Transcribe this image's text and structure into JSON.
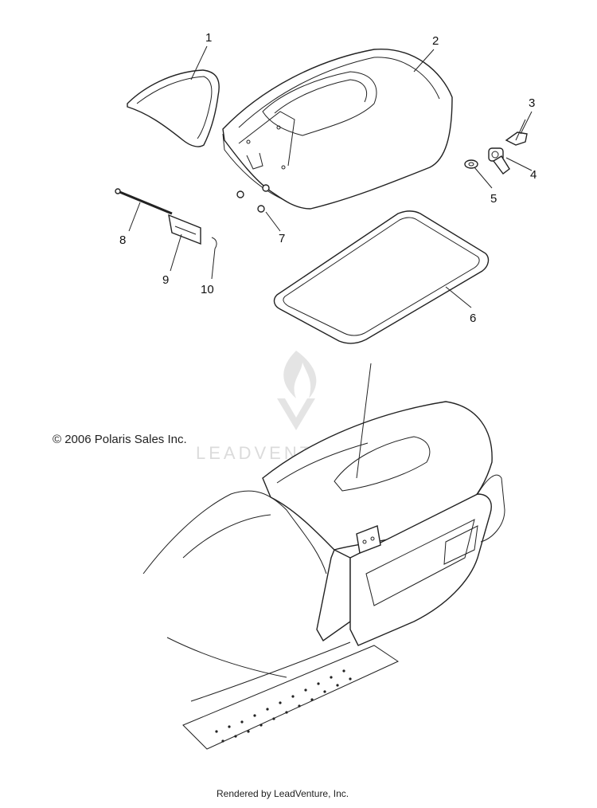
{
  "callouts": [
    {
      "id": "1",
      "label": "1"
    },
    {
      "id": "2",
      "label": "2"
    },
    {
      "id": "3",
      "label": "3"
    },
    {
      "id": "4",
      "label": "4"
    },
    {
      "id": "5",
      "label": "5"
    },
    {
      "id": "6",
      "label": "6"
    },
    {
      "id": "7",
      "label": "7"
    },
    {
      "id": "8",
      "label": "8"
    },
    {
      "id": "9",
      "label": "9"
    },
    {
      "id": "10",
      "label": "10"
    }
  ],
  "copyright": "© 2006 Polaris Sales Inc.",
  "watermark": "LEADVENTURE",
  "footer": "Rendered by LeadVenture, Inc."
}
